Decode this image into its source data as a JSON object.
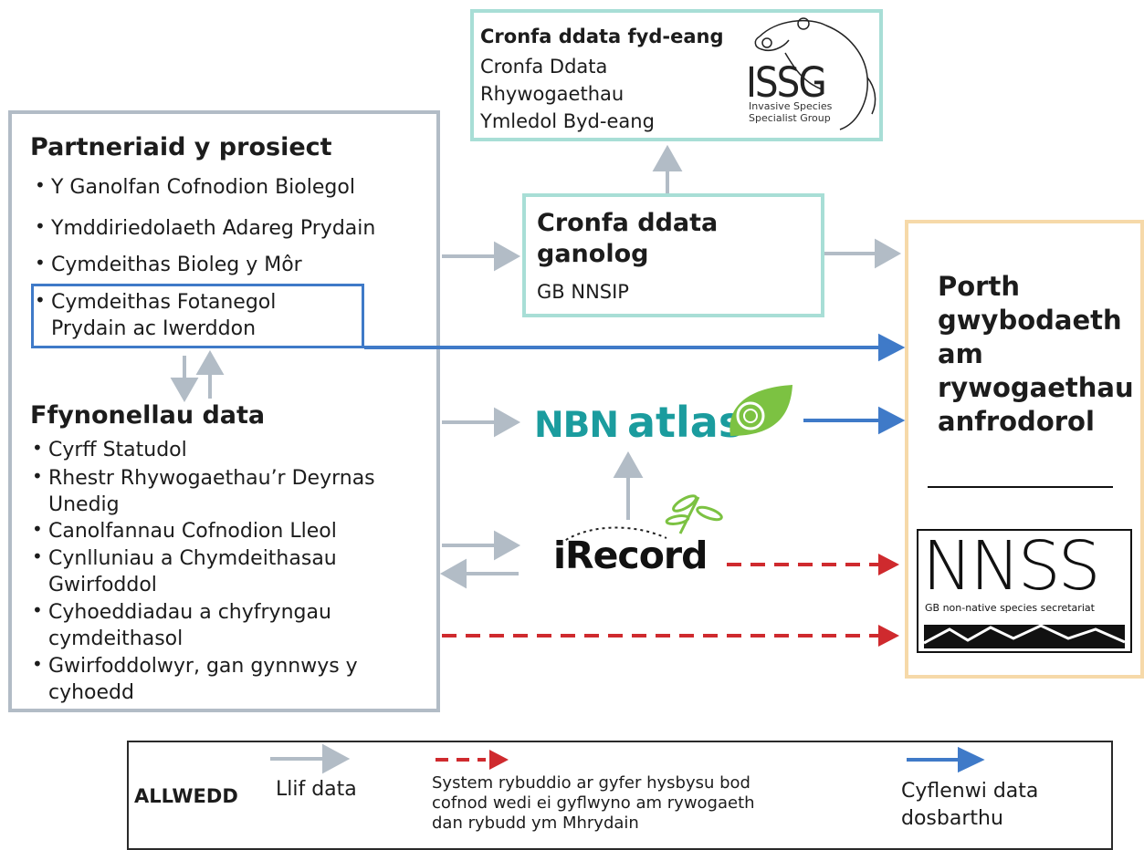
{
  "partners": {
    "heading": "Partneriaid y prosiect",
    "items": [
      "Y Ganolfan Cofnodion Biolegol",
      "Ymddiriedolaeth Adareg Prydain",
      "Cymdeithas Bioleg y Môr",
      "Cymdeithas Fotanegol",
      "Prydain ac Iwerddon"
    ]
  },
  "sources": {
    "heading": "Ffynonellau data",
    "items": [
      "Cyrff Statudol",
      "Rhestr Rhywogaethau’r Deyrnas",
      "Unedig",
      "Canolfannau Cofnodion Lleol",
      "Cynlluniau a Chymdeithasau",
      "Gwirfoddol",
      "Cyhoeddiadau a chyfryngau",
      "cymdeithasol",
      "Gwirfoddolwyr, gan gynnwys y",
      "cyhoedd"
    ]
  },
  "global_db": {
    "title": "Cronfa ddata fyd-eang",
    "lines": [
      "Cronfa Ddata",
      "Rhywogaethau",
      "Ymledol Byd-eang"
    ],
    "logo_text": "ISSG",
    "logo_sub1": "Invasive Species",
    "logo_sub2": "Specialist Group"
  },
  "central_db": {
    "title1": "Cronfa ddata",
    "title2": "ganolog",
    "sub": "GB NNSIP"
  },
  "nbn": {
    "word1": "NBN",
    "word2": "atlas"
  },
  "irecord": {
    "text": "iRecord"
  },
  "portal": {
    "lines": [
      "Porth",
      "gwybodaeth",
      "am",
      "rywogaethau",
      "anfrodorol"
    ]
  },
  "nnss": {
    "logo": "NNSS",
    "sub": "GB non-native species secretariat"
  },
  "key": {
    "title": "ALLWEDD",
    "data_flow": "Llif data",
    "alert_lines": [
      "System rybuddio ar gyfer hysbysu bod",
      "cofnod wedi ei gyflwyno am rywogaeth",
      "dan rybudd ym Mhrydain"
    ],
    "supply_lines": [
      "Cyflenwi data",
      "dosbarthu"
    ]
  },
  "colors": {
    "grey_arrow": "#b2bcc6",
    "blue_arrow": "#3f7ac8",
    "red_arrow": "#cf2a2e",
    "teal_border": "#a8ded6",
    "peach_border": "#f6d9a9"
  }
}
